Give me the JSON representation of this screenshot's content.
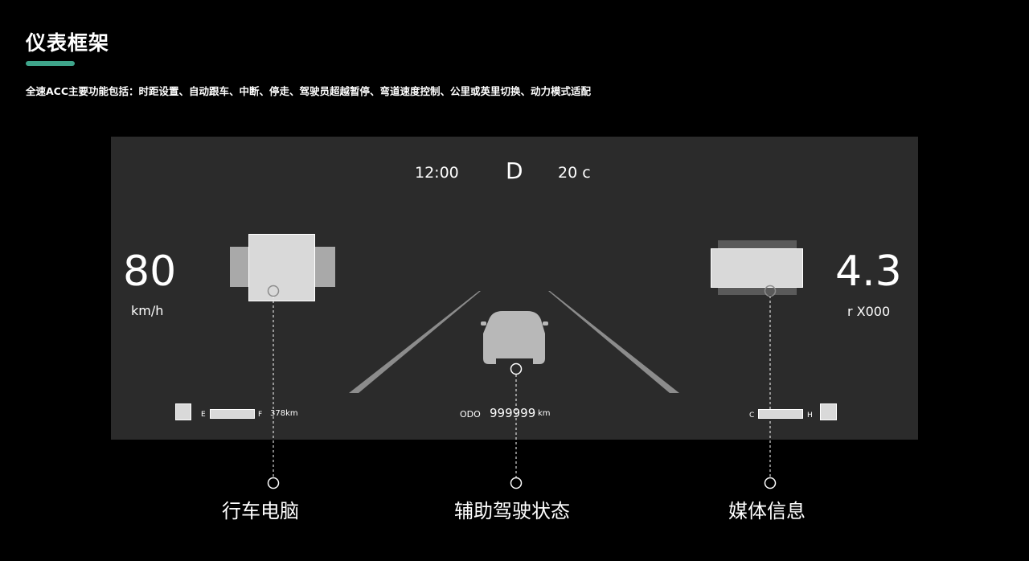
{
  "header": {
    "title": "仪表框架",
    "subtitle": "全速ACC主要功能包括：时距设置、自动跟车、中断、停走、驾驶员超越暂停、弯道速度控制、公里或英里切换、动力模式适配"
  },
  "cluster": {
    "clock": "12:00",
    "gear": "D",
    "temperature": "20 c",
    "speed": "80",
    "speed_unit": "km/h",
    "rpm": "4.3",
    "rpm_unit": "r X000",
    "fuel": {
      "empty_label": "E",
      "full_label": "F",
      "range": "378km"
    },
    "coolant": {
      "cold_label": "C",
      "hot_label": "H"
    },
    "odometer": {
      "label": "ODO",
      "value": "999999",
      "unit": "km"
    }
  },
  "callouts": {
    "left": "行车电脑",
    "center": "辅助驾驶状态",
    "right": "媒体信息"
  },
  "colors": {
    "background": "#000000",
    "panel": "#2b2b2b",
    "accent": "#3fa58b",
    "block_light": "#d9d9d9",
    "block_mid": "#a9a9a9"
  }
}
